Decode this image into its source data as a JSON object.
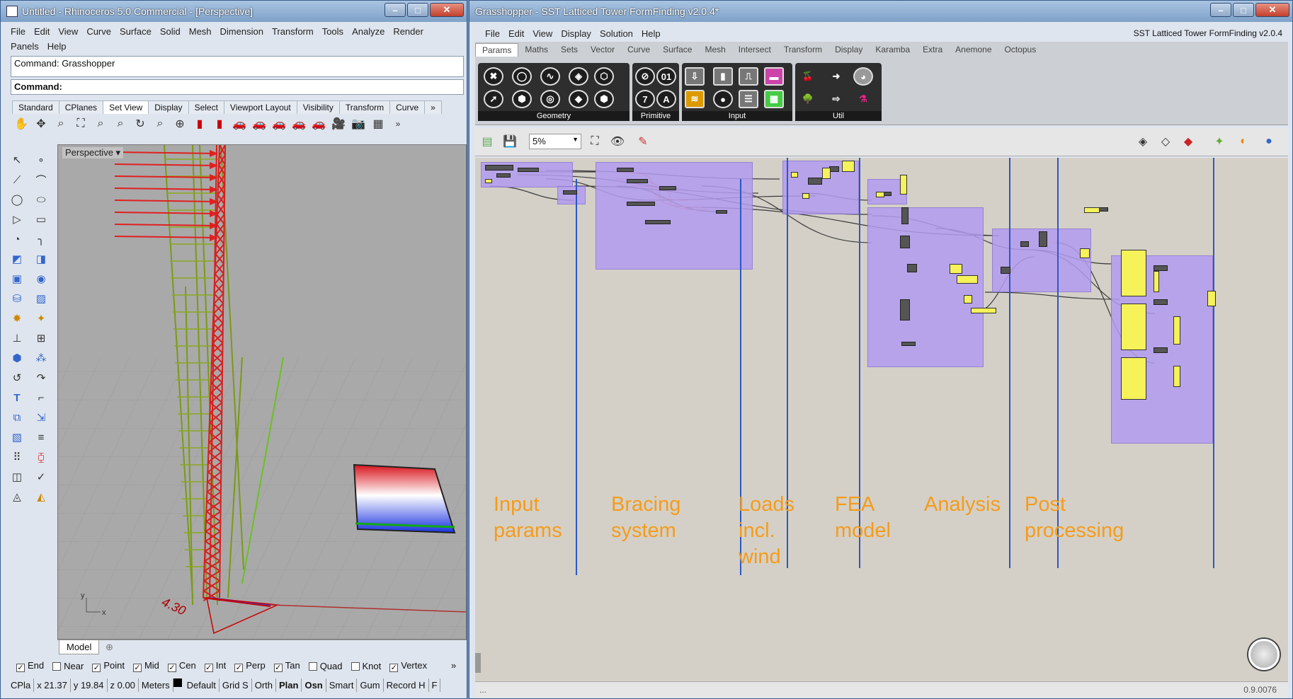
{
  "rhino": {
    "title": "Untitled - Rhinoceros 5.0 Commercial - [Perspective]",
    "menu": [
      "File",
      "Edit",
      "View",
      "Curve",
      "Surface",
      "Solid",
      "Mesh",
      "Dimension",
      "Transform",
      "Tools",
      "Analyze",
      "Render",
      "Panels",
      "Help"
    ],
    "command_history": "Command: Grasshopper",
    "command_prompt": "Command:",
    "tabs": [
      "Standard",
      "CPlanes",
      "Set View",
      "Display",
      "Select",
      "Viewport Layout",
      "Visibility",
      "Transform",
      "Curve"
    ],
    "tabs_more": "»",
    "active_tab": "Set View",
    "viewport_title": "Perspective",
    "dimension_label": "4.30",
    "axis_y": "y",
    "axis_x": "x",
    "model_tab": "Model",
    "osnaps": [
      {
        "label": "End",
        "checked": true
      },
      {
        "label": "Near",
        "checked": false
      },
      {
        "label": "Point",
        "checked": true
      },
      {
        "label": "Mid",
        "checked": true
      },
      {
        "label": "Cen",
        "checked": true
      },
      {
        "label": "Int",
        "checked": true
      },
      {
        "label": "Perp",
        "checked": true
      },
      {
        "label": "Tan",
        "checked": true
      },
      {
        "label": "Quad",
        "checked": false
      },
      {
        "label": "Knot",
        "checked": false
      },
      {
        "label": "Vertex",
        "checked": true
      }
    ],
    "osnap_more": "»",
    "status": [
      "CPla",
      "x 21.37",
      "y 19.84",
      "z 0.00",
      "Meters",
      "Default",
      "Grid S",
      "Orth",
      "Plan",
      "Osn",
      "Smart",
      "Gum",
      "Record H",
      "F"
    ]
  },
  "gh": {
    "title": "Grasshopper - SST Latticed Tower FormFinding v2.0.4*",
    "menu": [
      "File",
      "Edit",
      "View",
      "Display",
      "Solution",
      "Help"
    ],
    "doc_name": "SST Latticed Tower FormFinding v2.0.4",
    "tabs": [
      "Params",
      "Maths",
      "Sets",
      "Vector",
      "Curve",
      "Surface",
      "Mesh",
      "Intersect",
      "Transform",
      "Display",
      "Karamba",
      "Extra",
      "Anemone",
      "Octopus"
    ],
    "active_tab": "Params",
    "panels": [
      "Geometry",
      "Primitive",
      "Input",
      "Util"
    ],
    "zoom": "5%",
    "stages": [
      "Input\nparams",
      "Bracing\nsystem",
      "Loads\nincl.\nwind",
      "FEA\nmodel",
      "Analysis",
      "Post\nprocessing"
    ],
    "status_left": "...",
    "version": "0.9.0076"
  },
  "colors": {
    "stage_label": "#f59c1a",
    "group": "#b39cf0",
    "separator": "#2b59c3"
  }
}
